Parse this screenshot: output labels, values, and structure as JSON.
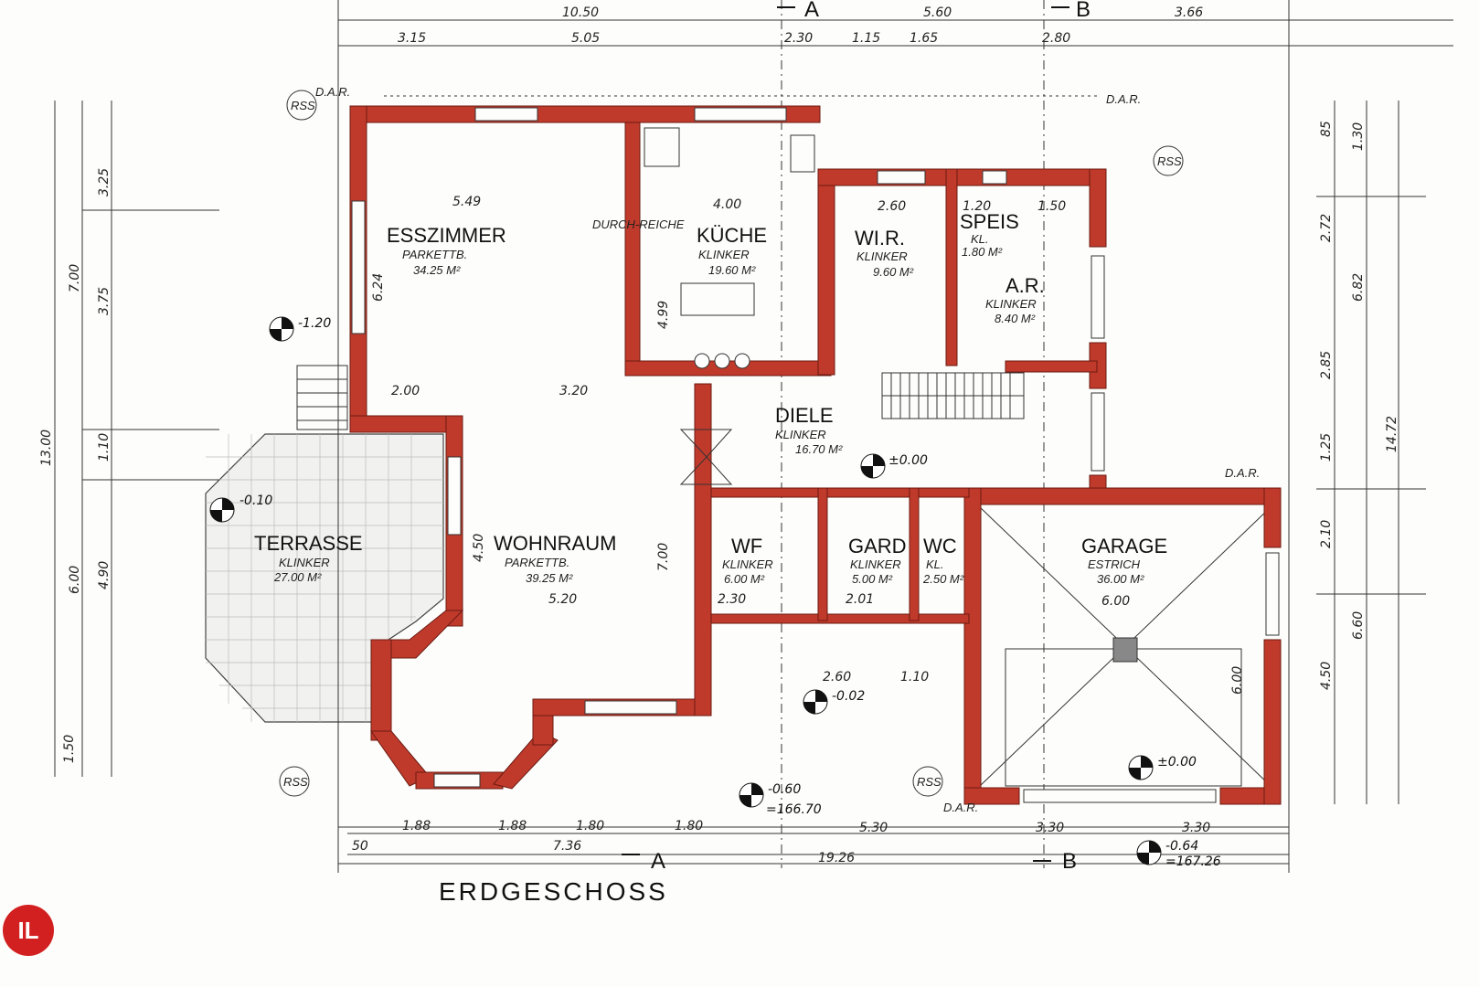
{
  "title": "ERDGESCHOSS",
  "sections": [
    "A",
    "A",
    "B",
    "B"
  ],
  "rooms": [
    {
      "name": "ESSZIMMER",
      "floor": "PARKETTB.",
      "area": "34.25 M²"
    },
    {
      "name": "KÜCHE",
      "floor": "KLINKER",
      "area": "19.60 M²"
    },
    {
      "name": "WI.R.",
      "floor": "KLINKER",
      "area": "9.60 M²"
    },
    {
      "name": "SPEIS",
      "floor": "KL.",
      "area": "1.80 M²"
    },
    {
      "name": "A.R.",
      "floor": "KLINKER",
      "area": "8.40 M²"
    },
    {
      "name": "DIELE",
      "floor": "KLINKER",
      "area": "16.70 M²"
    },
    {
      "name": "TERRASSE",
      "floor": "KLINKER",
      "area": "27.00 M²"
    },
    {
      "name": "WOHNRAUM",
      "floor": "PARKETTB.",
      "area": "39.25 M²"
    },
    {
      "name": "WF",
      "floor": "KLINKER",
      "area": "6.00 M²"
    },
    {
      "name": "GARD",
      "floor": "KLINKER",
      "area": "5.00 M²"
    },
    {
      "name": "WC",
      "floor": "KL.",
      "area": "2.50 M²"
    },
    {
      "name": "GARAGE",
      "floor": "ESTRICH",
      "area": "36.00 M²"
    }
  ],
  "notes": {
    "durchreiche": "DURCH-REICHE",
    "dar": "D.A.R.",
    "rss": "RSS"
  },
  "levels": [
    "-1.20",
    "-0.10",
    "±0.00",
    "-0.02",
    "-0.60",
    "=166.70",
    "±0.00",
    "-0.64",
    "=167.26"
  ],
  "dims_top_outer": [
    "10.50",
    "5.60",
    "3.66"
  ],
  "dims_top_inner": [
    "3.15",
    "5.05",
    "2.30",
    "1.15",
    "1.65",
    "2.80"
  ],
  "dims_bottom": [
    "1.88",
    "1.88",
    "1.80",
    "1.80",
    "5.30",
    "3.30",
    "3.30",
    "50",
    "7.36",
    "19.26"
  ],
  "dims_left": [
    "3.25",
    "7.00",
    "3.75",
    "13.00",
    "1.10",
    "6.00",
    "4.90",
    "1.50"
  ],
  "dims_right": [
    "85",
    "1.30",
    "2.72",
    "6.82",
    "2.85",
    "1.25",
    "14.72",
    "2.10",
    "6.60",
    "4.50"
  ],
  "dims_inner": [
    "5.49",
    "4.00",
    "2.60",
    "1.20",
    "1.50",
    "3.20",
    "2.00",
    "5.20",
    "6.00",
    "6.00",
    "6.24",
    "4.99",
    "4.50",
    "7.00",
    "2.01",
    "2.30",
    "2.60",
    "1.10"
  ],
  "logo": "IL"
}
